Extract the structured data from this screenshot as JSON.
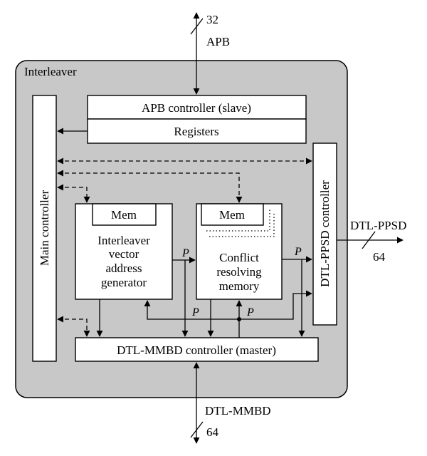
{
  "diagram": {
    "container_label": "Interleaver",
    "blocks": {
      "apb_controller": "APB controller (slave)",
      "registers": "Registers",
      "main_controller": "Main controller",
      "dtl_ppsd_controller": "DTL-PPSD controller",
      "dtl_mmbd_controller": "DTL-MMBD controller (master)",
      "mem_left": "Mem",
      "mem_right": "Mem",
      "ivag_lines": [
        "Interleaver",
        "vector",
        "address",
        "generator"
      ],
      "crm_lines": [
        "Conflict",
        "resolving",
        "memory"
      ]
    },
    "buses": {
      "apb_name": "APB",
      "apb_width": "32",
      "ppsd_name": "DTL-PPSD",
      "ppsd_width": "64",
      "mmbd_name": "DTL-MMBD",
      "mmbd_width": "64",
      "port_label": "P"
    },
    "colors": {
      "container_fill": "#c8c8c8",
      "block_fill": "#ffffff",
      "line": "#000000"
    }
  }
}
